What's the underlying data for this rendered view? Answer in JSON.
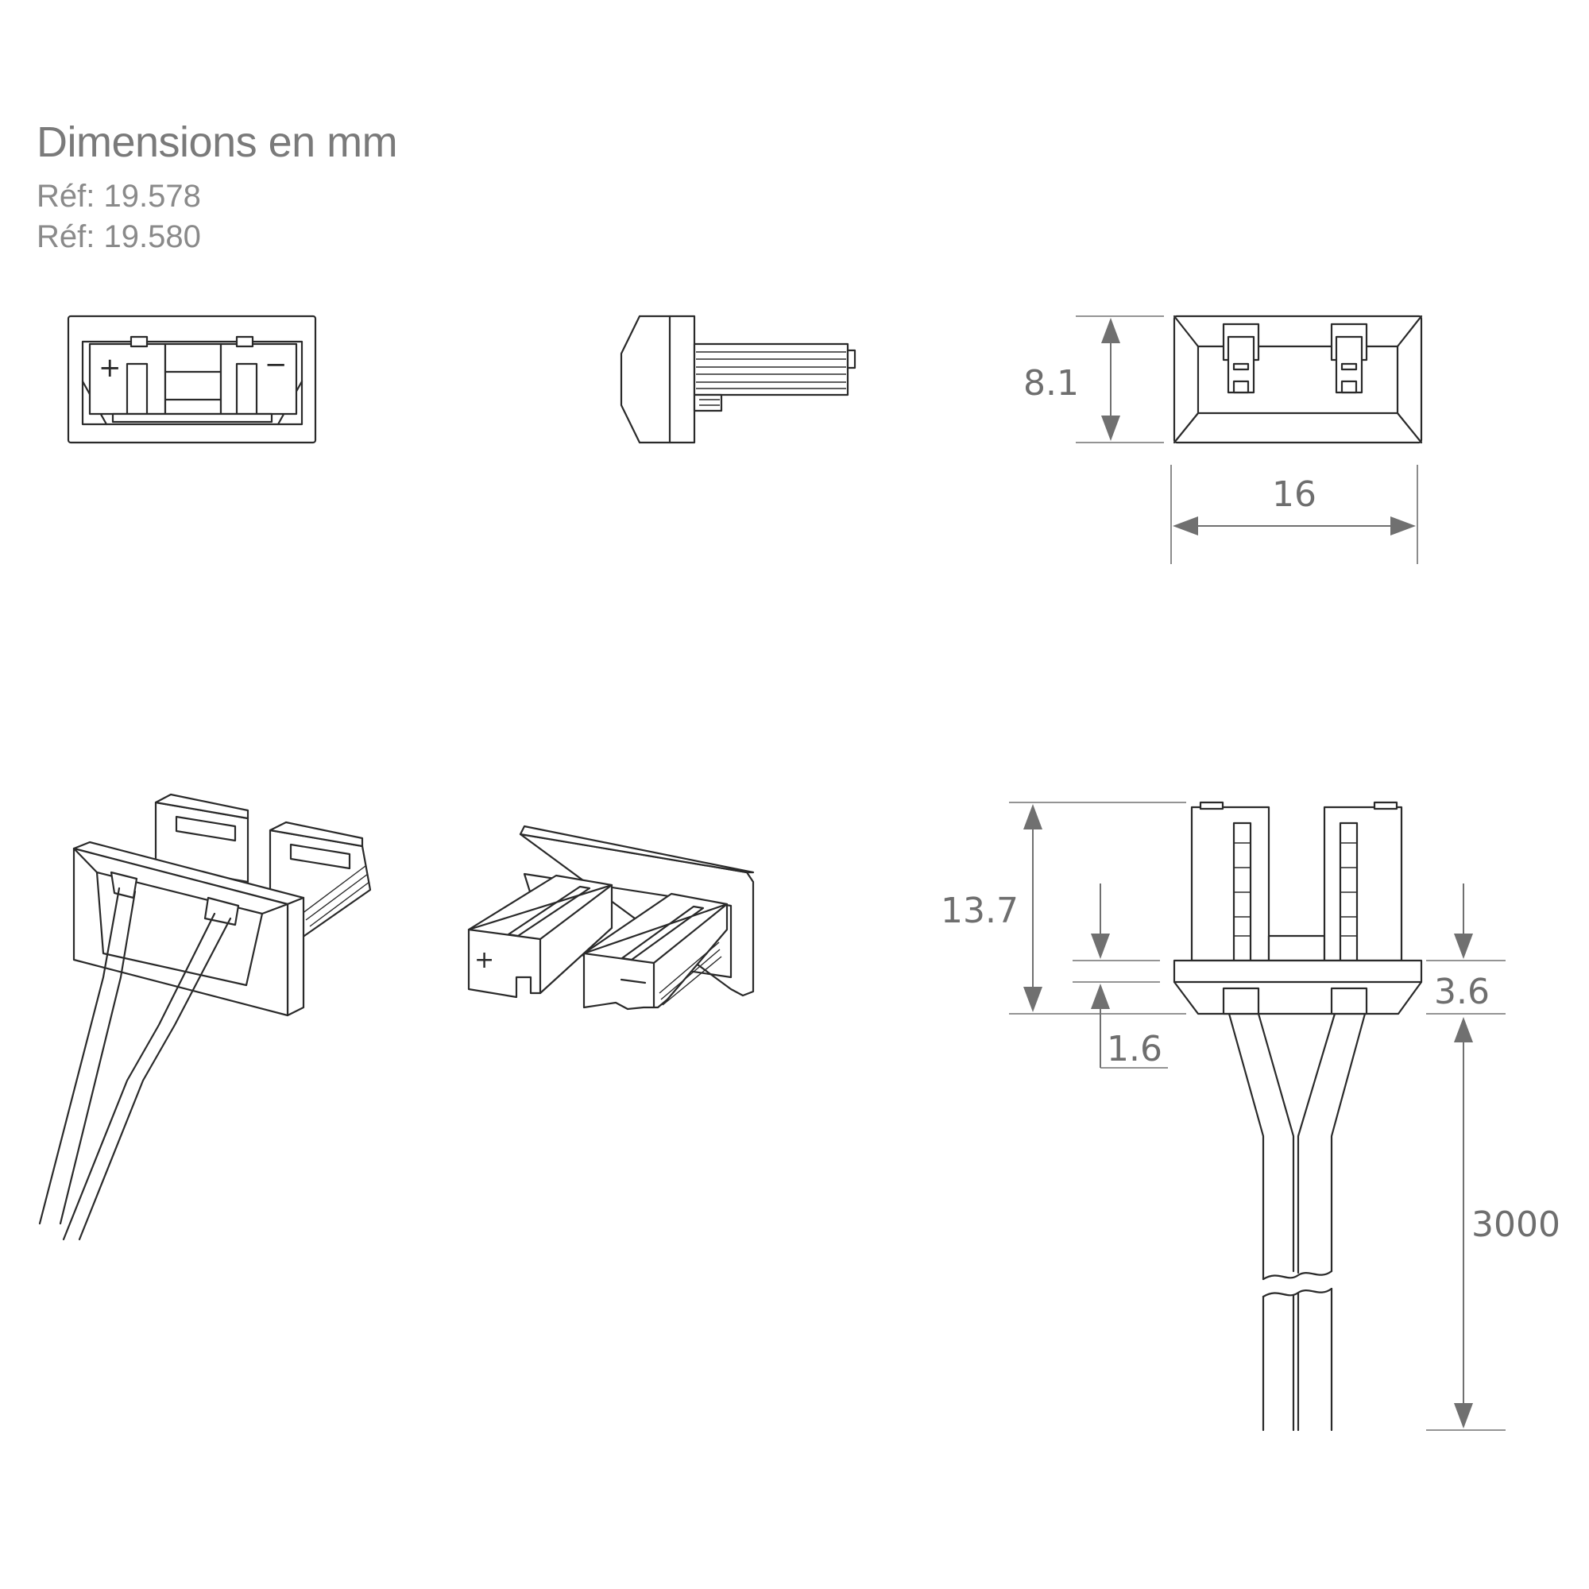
{
  "header": {
    "title": "Dimensions en mm",
    "references": [
      "Réf: 19.578",
      "Réf: 19.580"
    ]
  },
  "views": {
    "front": {
      "plus_symbol": "+",
      "minus_symbol": "−"
    },
    "top_dimensions": {
      "height": "8.1",
      "width": "16"
    },
    "side_dimensions": {
      "total_height": "13.7",
      "flange": "3.6",
      "offset": "1.6",
      "cable_length": "3000"
    }
  }
}
